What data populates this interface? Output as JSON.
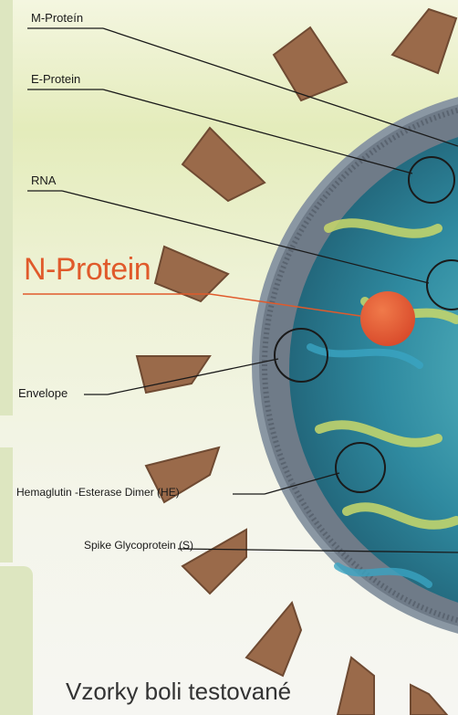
{
  "labels": {
    "m_protein": "M-Proteín",
    "e_protein": "E-Protein",
    "rna": "RNA",
    "n_protein": "N-Protein",
    "envelope": "Envelope",
    "he": "Hemaglutin -Esterase Dimer (HE)",
    "spike": "Spike Glycoprotein (S)"
  },
  "caption": "Vzorky boli testované",
  "colors": {
    "n_protein_accent": "#e05a2b",
    "spike": "#9a6a4a",
    "core": "#2f8aa0",
    "background": "#e6edc2"
  }
}
